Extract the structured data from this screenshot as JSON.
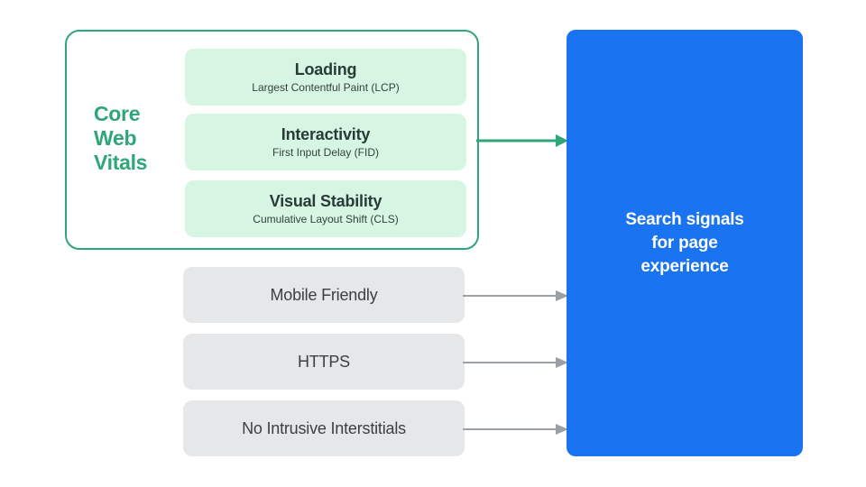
{
  "diagram": {
    "core_web_vitals": {
      "label": "Core\nWeb\nVitals",
      "border_color": "#2fa678",
      "accent_color": "#2fa678",
      "pill_color": "#d6f5e3",
      "metrics": [
        {
          "title": "Loading",
          "subtitle": "Largest Contentful Paint (LCP)"
        },
        {
          "title": "Interactivity",
          "subtitle": "First Input Delay (FID)"
        },
        {
          "title": "Visual Stability",
          "subtitle": "Cumulative Layout Shift (CLS)"
        }
      ]
    },
    "other_signals": {
      "box_color": "#e6e7e9",
      "items": [
        {
          "label": "Mobile Friendly"
        },
        {
          "label": "HTTPS"
        },
        {
          "label": "No Intrusive Interstitials"
        }
      ]
    },
    "result": {
      "text": "Search signals\nfor page\nexperience",
      "background_color": "#1a73f0",
      "text_color": "#ffffff"
    },
    "arrows": {
      "green_color": "#2fa678",
      "gray_color": "#9aa0a6"
    }
  }
}
